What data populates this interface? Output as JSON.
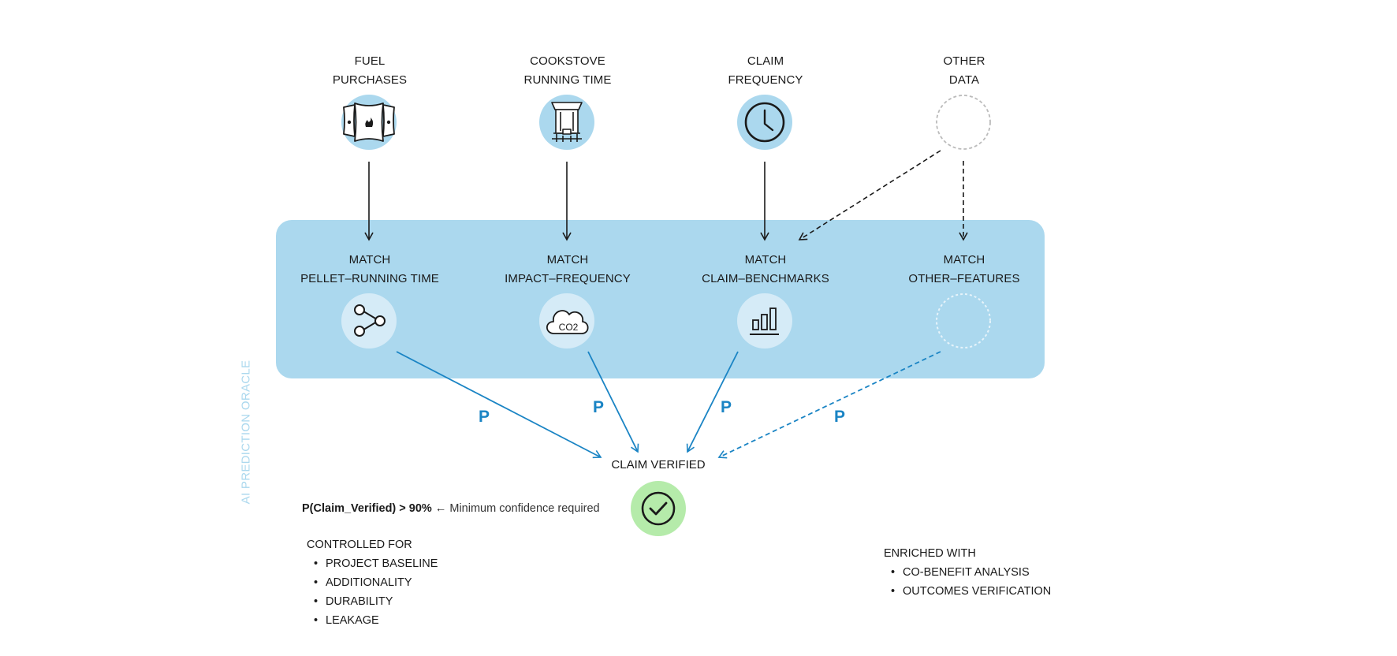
{
  "sources": [
    {
      "line1": "FUEL",
      "line2": "PURCHASES",
      "icon": "fuel-bags-icon"
    },
    {
      "line1": "COOKSTOVE",
      "line2": "RUNNING TIME",
      "icon": "cookstove-icon"
    },
    {
      "line1": "CLAIM",
      "line2": "FREQUENCY",
      "icon": "clock-icon"
    },
    {
      "line1": "OTHER",
      "line2": "DATA",
      "icon": "placeholder-circle-icon"
    }
  ],
  "matches": [
    {
      "line1": "MATCH",
      "line2": "PELLET–RUNNING TIME",
      "icon": "share-nodes-icon"
    },
    {
      "line1": "MATCH",
      "line2": "IMPACT–FREQUENCY",
      "icon": "co2-cloud-icon",
      "icon_text": "CO2"
    },
    {
      "line1": "MATCH",
      "line2": "CLAIM–BENCHMARKS",
      "icon": "bar-chart-icon"
    },
    {
      "line1": "MATCH",
      "line2": "OTHER–FEATURES",
      "icon": "placeholder-circle-icon"
    }
  ],
  "oracle_label": "AI PREDICTION ORACLE",
  "probability_label": "P",
  "verified": {
    "label": "CLAIM VERIFIED",
    "icon": "checkmark-icon"
  },
  "condition": {
    "expression": "P(Claim_Verified) > 90%",
    "arrow": "←",
    "note": "Minimum confidence required"
  },
  "controlled": {
    "title": "CONTROLLED FOR",
    "items": [
      "PROJECT BASELINE",
      "ADDITIONALITY",
      "DURABILITY",
      "LEAKAGE"
    ]
  },
  "enriched": {
    "title": "ENRICHED WITH",
    "items": [
      "CO-BENEFIT ANALYSIS",
      "OUTCOMES VERIFICATION"
    ]
  },
  "colors": {
    "band": "#abd8ee",
    "source_circle": "#abd8ee",
    "match_circle": "#d5ebf7",
    "probability_arrow": "#1a84c4",
    "verified_circle": "#b5ebaa",
    "placeholder_stroke": "#bbbbbb"
  }
}
